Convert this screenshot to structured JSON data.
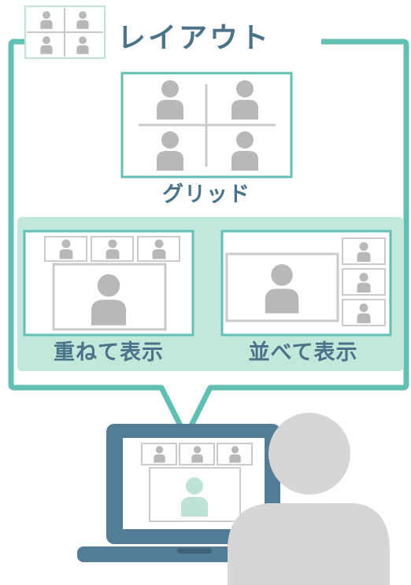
{
  "title": "レイアウト",
  "layouts": {
    "grid_label": "グリッド",
    "overlay_label": "重ねて表示",
    "side_by_side_label": "並べて表示"
  },
  "colors": {
    "frame": "#62bfb4",
    "panel_bg": "#c2e8dc",
    "title_text": "#4a7389",
    "person": "#b8b8b8",
    "tile_border": "#cbcbcb",
    "laptop": "#537d96",
    "active_person": "#bfe3d7",
    "viewer": "#d6d6d6"
  },
  "icons": {
    "title_icon": "grid-layout-icon",
    "device": "laptop-icon",
    "viewer": "person-silhouette-icon"
  }
}
